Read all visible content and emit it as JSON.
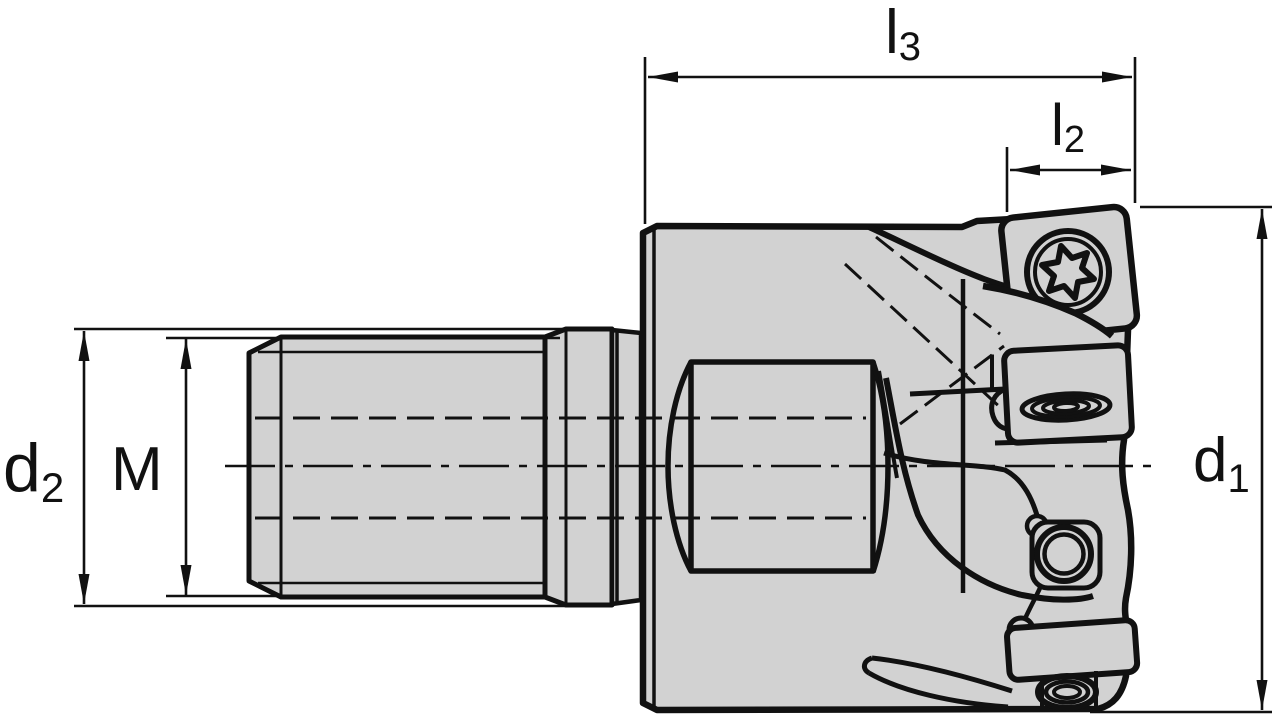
{
  "figure": {
    "colors": {
      "outline": "#111111",
      "part_fill": "#d2d2d2",
      "background": "#ffffff"
    },
    "labels": {
      "l3": {
        "main": "l",
        "sub": "3"
      },
      "l2": {
        "main": "l",
        "sub": "2"
      },
      "d2": {
        "main": "d",
        "sub": "2"
      },
      "m": {
        "main": "M",
        "sub": ""
      },
      "d1": {
        "main": "d",
        "sub": "1"
      }
    }
  }
}
